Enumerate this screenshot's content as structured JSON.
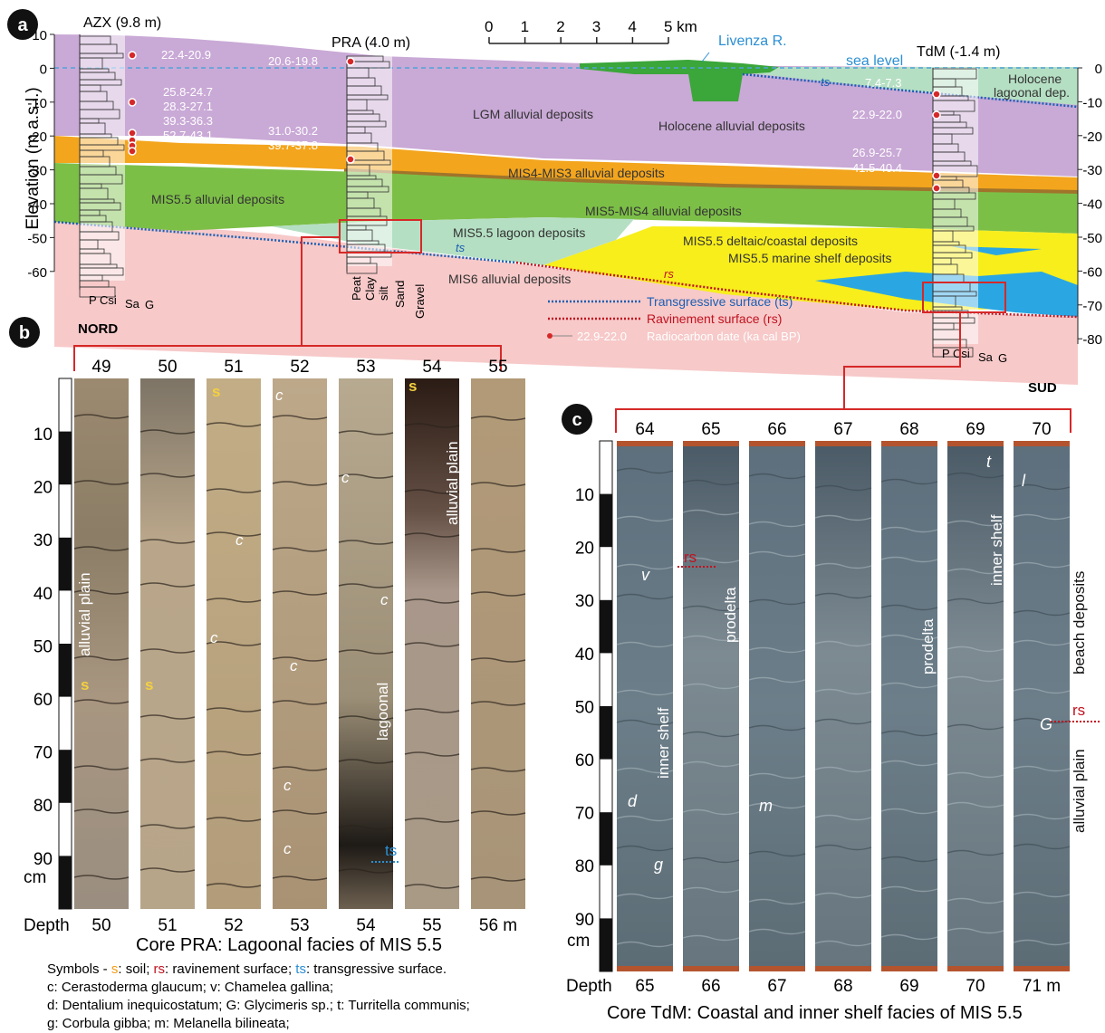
{
  "panel_a": {
    "letter": "a",
    "y_axis_label": "Elevation (m a.s.l.)",
    "left_ticks": [
      "10",
      "0",
      "-10",
      "-20",
      "-30",
      "-40",
      "-50",
      "-60"
    ],
    "right_ticks": [
      "0",
      "-10",
      "-20",
      "-30",
      "-40",
      "-50",
      "-60",
      "-70",
      "-80"
    ],
    "scale_ticks": [
      "0",
      "1",
      "2",
      "3",
      "4",
      "5 km"
    ],
    "sea_level": "sea level",
    "river": "Livenza R.",
    "north": "NORD",
    "south": "SUD",
    "cores": {
      "azx": "AZX (9.8 m)",
      "pra": "PRA (4.0 m)",
      "tdm": "TdM (-1.4 m)"
    },
    "grain_left": [
      "P",
      "Csi",
      "Sa",
      "G"
    ],
    "grain_right": [
      "P",
      "Csi",
      "Sa",
      "G"
    ],
    "grain_pra": [
      "Peat",
      "Clay",
      "silt",
      "Sand",
      "Gravel"
    ],
    "units": {
      "lgm": "LGM alluvial deposits",
      "holo_alluvial": "Holocene alluvial deposits",
      "holo_lagoon_1": "Holocene",
      "holo_lagoon_2": "lagoonal dep.",
      "mis4_3": "MIS4-MIS3 alluvial deposits",
      "mis5_4": "MIS5-MIS4 alluvial deposits",
      "mis55_alluvial": "MIS5.5 alluvial deposits",
      "mis55_lagoon": "MIS5.5 lagoon deposits",
      "mis55_deltaic": "MIS5.5 deltaic/coastal deposits",
      "mis55_shelf": "MIS5.5 marine shelf deposits",
      "mis6": "MIS6 alluvial deposits",
      "ts": "ts",
      "rs": "rs"
    },
    "dates": {
      "azx": [
        "22.4-20.9",
        "25.8-24.7",
        "28.3-27.1",
        "39.3-36.3",
        "52.7-43.1"
      ],
      "pra": [
        "20.6-19.8",
        "31.0-30.2",
        "39.7-37.8"
      ],
      "tdm": [
        "7.4-7.3",
        "22.9-22.0",
        "26.9-25.7",
        "41.5-40.4"
      ]
    },
    "legend": {
      "ts": "Transgressive surface (ts)",
      "rs": "Ravinement surface (rs)",
      "date_sample": "22.9-22.0",
      "date": "Radiocarbon date (ka cal BP)"
    }
  },
  "panel_b": {
    "letter": "b",
    "core_numbers": [
      "49",
      "50",
      "51",
      "52",
      "53",
      "54",
      "55"
    ],
    "depth_ticks": [
      "10",
      "20",
      "30",
      "40",
      "50",
      "60",
      "70",
      "80",
      "90"
    ],
    "unit": "cm",
    "depth_label": "Depth",
    "bottom_labels": [
      "50",
      "51",
      "52",
      "53",
      "54",
      "55",
      "56 m"
    ],
    "caption": "Core PRA: Lagoonal facies of MIS 5.5",
    "facies": {
      "alluvial_plain_1": "alluvial plain",
      "lagoonal": "lagoonal",
      "alluvial_plain_2": "alluvial plain"
    },
    "symbols": {
      "s": "s",
      "c": "c",
      "ts": "ts"
    }
  },
  "panel_c": {
    "letter": "c",
    "core_numbers": [
      "64",
      "65",
      "66",
      "67",
      "68",
      "69",
      "70"
    ],
    "depth_ticks": [
      "10",
      "20",
      "30",
      "40",
      "50",
      "60",
      "70",
      "80",
      "90"
    ],
    "unit": "cm",
    "depth_label": "Depth",
    "bottom_labels": [
      "65",
      "66",
      "67",
      "68",
      "69",
      "70",
      "71 m"
    ],
    "caption": "Core TdM: Coastal and inner shelf facies of MIS 5.5",
    "facies": {
      "inner_shelf_1": "inner shelf",
      "prodelta_1": "prodelta",
      "prodelta_2": "prodelta",
      "inner_shelf_2": "inner shelf",
      "beach": "beach deposits",
      "alluvial": "alluvial plain"
    },
    "symbols": {
      "v": "v",
      "d": "d",
      "g": "g",
      "m": "m",
      "t": "t",
      "l": "l",
      "G": "G",
      "rs": "rs"
    }
  },
  "symbols_legend": {
    "line1_prefix": "Symbols - ",
    "s": "s",
    "s_text": ": soil; ",
    "rs": "rs",
    "rs_text": ": ravinement surface; ",
    "ts": "ts",
    "ts_text": ": transgressive surface.",
    "line2": "c: Cerastoderma  glaucum; v: Chamelea gallina;",
    "line3": "d: Dentalium inequicostatum; G: Glycimeris sp.; t: Turritella communis;",
    "line4": "g: Corbula gibba; m:  Melanella bilineata;"
  },
  "colors": {
    "lgm": "#c9a9d6",
    "mis6": "#f7c9c9",
    "orange": "#f3a51d",
    "green": "#7cbf47",
    "lagoon": "#b5dfc3",
    "yellow": "#f7ee1c",
    "shelf": "#2aa6e3",
    "holocene_green": "#3ba63a",
    "ts_blue": "#1a5fb4",
    "rs_red": "#c1121f",
    "frame_red": "#d62828"
  }
}
